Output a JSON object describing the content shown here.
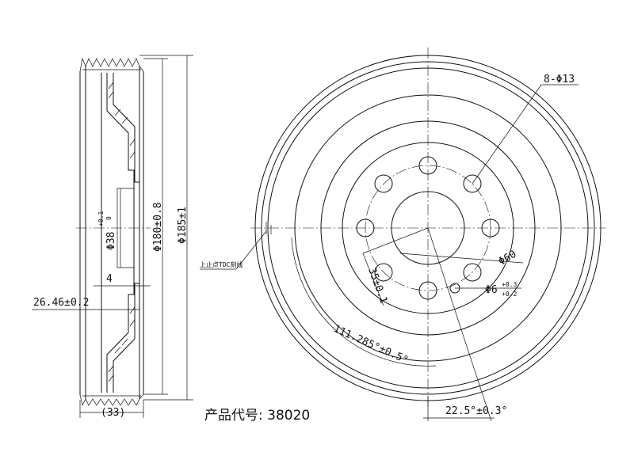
{
  "side_view": {
    "dim_width": "(33)",
    "dim_offset": "26.46±0.2",
    "dim_bore": "Φ38",
    "dim_bore_tol_upper": "+0.1",
    "dim_bore_tol_lower": "0",
    "dim_flange": "4",
    "dim_dia_180": "Φ180±0.8",
    "dim_dia_185": "Φ185±1",
    "tdc_label": "上止点TDC刻线"
  },
  "front_view": {
    "holes_label": "8-Φ13",
    "dia_60": "Φ60",
    "dim_35": "35±0.1",
    "small_hole": "Φ6",
    "small_hole_tol_upper": "+0.3",
    "small_hole_tol_lower": "+0.2",
    "angle_111": "111.285°±0.5°",
    "angle_22": "22.5°±0.3°"
  },
  "product_code": "产品代号: 38020"
}
